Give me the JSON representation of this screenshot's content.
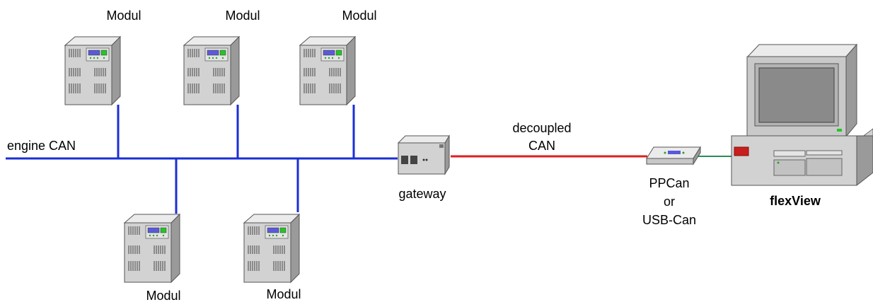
{
  "labels": {
    "top_module_1": "Modul",
    "top_module_2": "Modul",
    "top_module_3": "Modul",
    "bottom_module_1": "Modul",
    "bottom_module_2": "Modul",
    "bus": "engine CAN",
    "gateway": "gateway",
    "decoupled_line1": "decoupled",
    "decoupled_line2": "CAN",
    "adapter_line1": "PPCan",
    "adapter_line2": "or",
    "adapter_line3": "USB-Can",
    "computer": "flexView"
  },
  "colors": {
    "engine_can": "#1a2fd6",
    "decoupled_can": "#e01e1e",
    "usb_cable": "#2e8b57",
    "device_face": "#d2d2d2",
    "device_side": "#9a9a9a",
    "device_top": "#ebebeb"
  },
  "icons": {
    "module": "server-tower-icon",
    "gateway": "gateway-box-icon",
    "adapter": "can-adapter-icon",
    "computer": "desktop-pc-icon"
  }
}
